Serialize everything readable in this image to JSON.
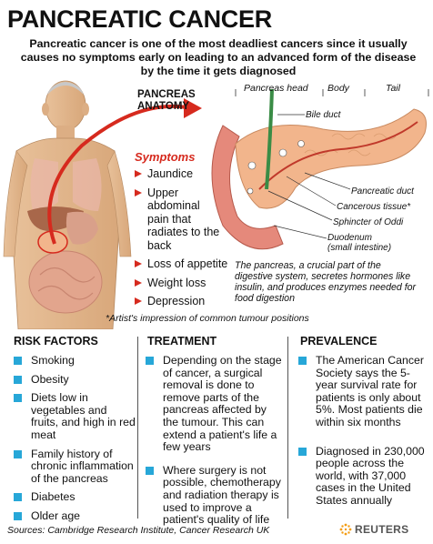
{
  "title": "PANCREATIC CANCER",
  "subtitle": "Pancreatic cancer is one of the most deadliest cancers since it usually causes no symptoms early on leading to an advanced form of the disease by the time it gets diagnosed",
  "anatomy": {
    "heading_line1": "PANCREAS",
    "heading_line2": "ANATOMY",
    "regions": [
      "Pancreas head",
      "Body",
      "Tail"
    ],
    "callouts": {
      "bile_duct": "Bile duct",
      "pancreatic_duct": "Pancreatic duct",
      "cancerous_tissue": "Cancerous tissue*",
      "sphincter": "Sphincter of Oddi",
      "duodenum_line1": "Duodenum",
      "duodenum_line2": "(small intestine)"
    },
    "description": "The pancreas, a crucial part of the digestive system, secretes hormones like insulin, and produces enzymes needed for food digestion",
    "artist_note": "*Artist's impression of common tumour positions"
  },
  "symptoms": {
    "heading": "Symptoms",
    "items": [
      "Jaundice",
      "Upper abdominal pain that radiates to the back",
      "Loss of appetite",
      "Weight loss",
      "Depression"
    ]
  },
  "risk_factors": {
    "heading": "RISK FACTORS",
    "items": [
      "Smoking",
      "Obesity",
      "Diets low in vegetables and fruits, and high in red meat",
      "Family history of chronic inflammation of the pancreas",
      "Diabetes",
      "Older age"
    ]
  },
  "treatment": {
    "heading": "TREATMENT",
    "items": [
      "Depending on the stage of cancer, a surgical removal is done to remove parts of the pancreas affected by the tumour. This can extend a patient's life a few years",
      "Where surgery is not possible, chemotherapy and radiation therapy is used to improve a patient's quality of life"
    ]
  },
  "prevalence": {
    "heading": "PREVALENCE",
    "items": [
      "The American Cancer Society says the 5-year survival rate for patients is only about 5%. Most patients die within six months",
      "Diagnosed in 230,000 people across the world, with 37,000 cases in the United States annually"
    ]
  },
  "footer": {
    "sources": "Sources: Cambridge Research Institute, Cancer Research UK",
    "brand": "REUTERS"
  },
  "colors": {
    "accent_red": "#d62a1e",
    "bullet_blue": "#27a7d8",
    "pancreas": "#f2b58c"
  }
}
